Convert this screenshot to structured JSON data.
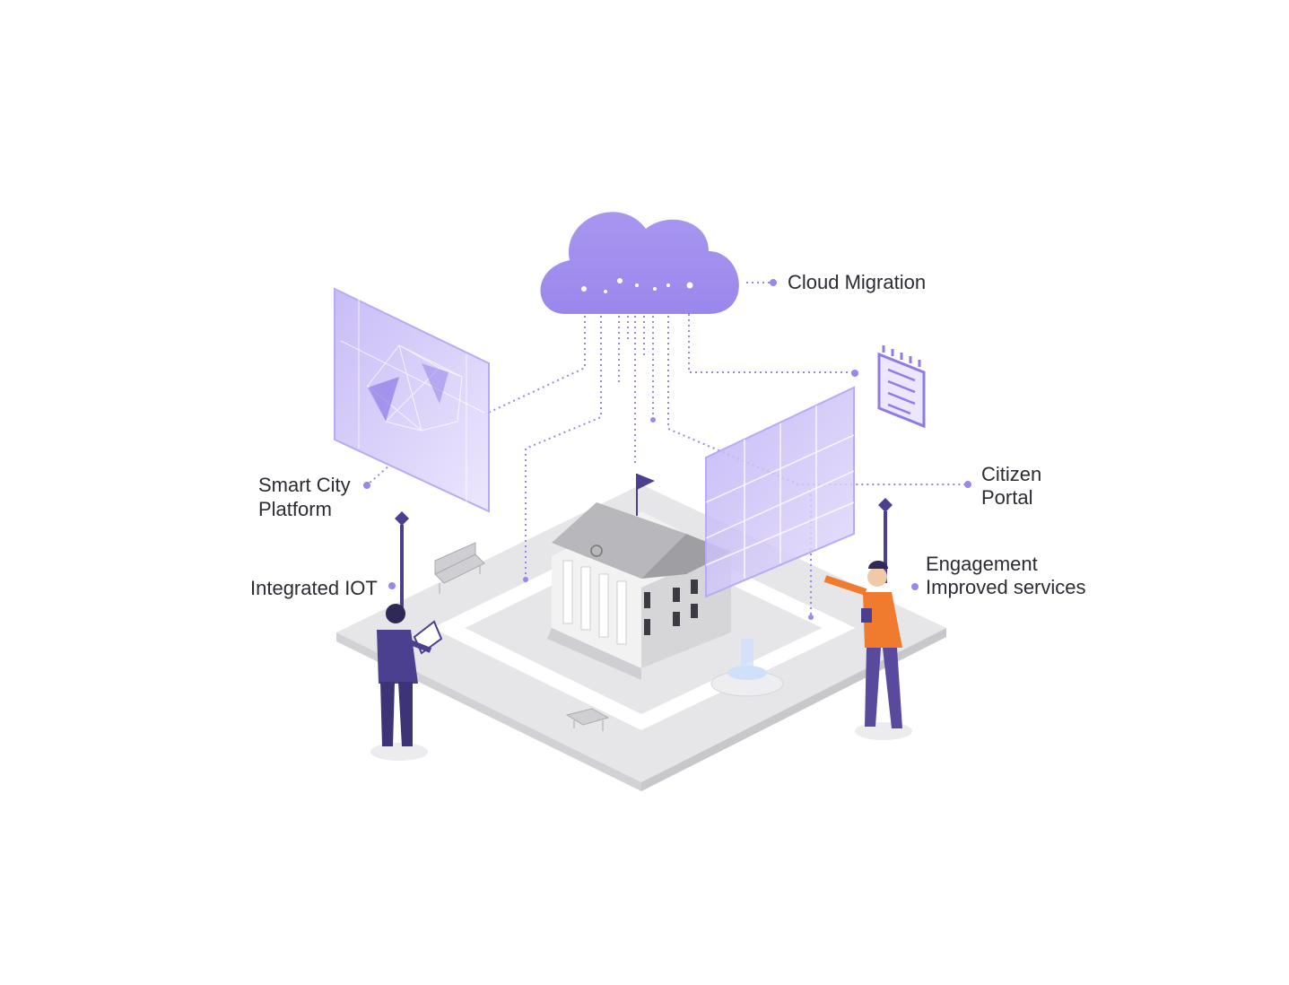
{
  "labels": {
    "cloud_migration": "Cloud Migration",
    "smart_city_line1": "Smart City",
    "smart_city_line2": "Platform",
    "integrated_iot": "Integrated IOT",
    "citizen_line1": "Citizen",
    "citizen_line2": "Portal",
    "engagement_line1": "Engagement",
    "engagement_line2": "Improved services"
  },
  "colors": {
    "accent": "#9b87ec",
    "accent_light": "#d9d0fa",
    "person_dark": "#4b3f8f",
    "person_orange": "#f07a2e",
    "platform": "#e6e6e8",
    "text": "#2b2b33"
  },
  "icons": [
    "cloud-icon",
    "clipboard-icon",
    "map-panel-icon",
    "grid-panel-icon",
    "building-icon",
    "street-lamp-icon",
    "bench-icon",
    "fountain-icon",
    "person-icon",
    "flag-icon"
  ]
}
